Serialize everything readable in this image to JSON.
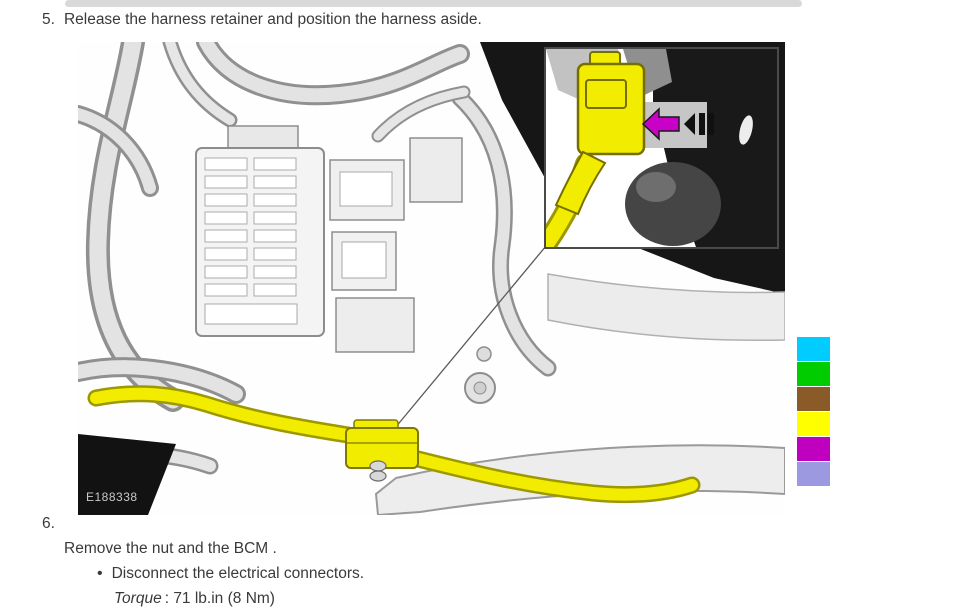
{
  "steps": {
    "step5": {
      "number": "5.",
      "text": "Release the harness retainer and position the harness aside."
    },
    "step6": {
      "number": "6.",
      "text": "Remove the nut and the BCM .",
      "bullet": "Disconnect the electrical connectors.",
      "torque_label": "Torque",
      "torque_value": ": 71 lb.in (8 Nm)"
    }
  },
  "figure": {
    "id_label": "E188338",
    "colors": {
      "harness_yellow": "#f2ec00",
      "arrow_magenta": "#c800c8"
    }
  },
  "legend": {
    "colors": [
      "#00ccff",
      "#00cc00",
      "#8a5a28",
      "#ffff00",
      "#bf00bf",
      "#9c99e0"
    ]
  }
}
